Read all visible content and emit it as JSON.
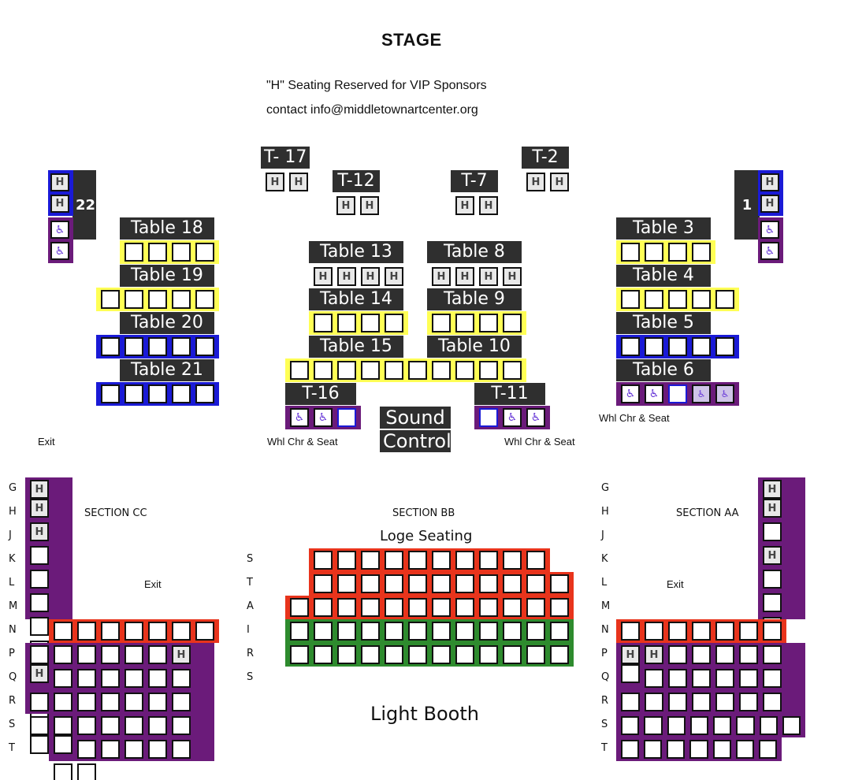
{
  "stage": "STAGE",
  "notice": {
    "line1": "\"H\" Seating Reserved for VIP Sponsors",
    "line2": "contact info@middletownartcenter.org"
  },
  "colors": {
    "yellow": "#ffff55",
    "blue": "#1a1ad6",
    "purple": "#6b1b7a",
    "red": "#e8341c",
    "green": "#2e8b2e",
    "dark": "#2f2f2f"
  },
  "tables": {
    "t17": "T- 17",
    "t12": "T-12",
    "t7": "T-7",
    "t2": "T-2",
    "t22": "22",
    "t1": "1",
    "table18": "Table 18",
    "table19": "Table 19",
    "table20": "Table 20",
    "table21": "Table 21",
    "table13": "Table 13",
    "table14": "Table 14",
    "table15": "Table 15",
    "table8": "Table 8",
    "table9": "Table 9",
    "table10": "Table 10",
    "table3": "Table 3",
    "table4": "Table 4",
    "table5": "Table 5",
    "table6": "Table 6",
    "t16": "T-16",
    "t11": "T-11"
  },
  "sound": {
    "line1": "Sound",
    "line2": "Control"
  },
  "labels": {
    "exit": "Exit",
    "whl": "Whl Chr & Seat",
    "section_cc": "SECTION CC",
    "section_bb": "SECTION BB",
    "section_aa": "SECTION AA",
    "loge": "Loge Seating",
    "light_booth": "Light Booth"
  },
  "seat_marks": {
    "vip": "H",
    "wheelchair": "♿"
  },
  "rows_left": [
    "G",
    "H",
    "J",
    "K",
    "L",
    "M",
    "N",
    "P",
    "Q",
    "R",
    "S",
    "T"
  ],
  "rows_center": [
    "S",
    "T",
    "A",
    "I",
    "R",
    "S"
  ],
  "rows_right": [
    "G",
    "H",
    "J",
    "K",
    "L",
    "M",
    "N",
    "P",
    "Q",
    "R",
    "S",
    "T"
  ]
}
